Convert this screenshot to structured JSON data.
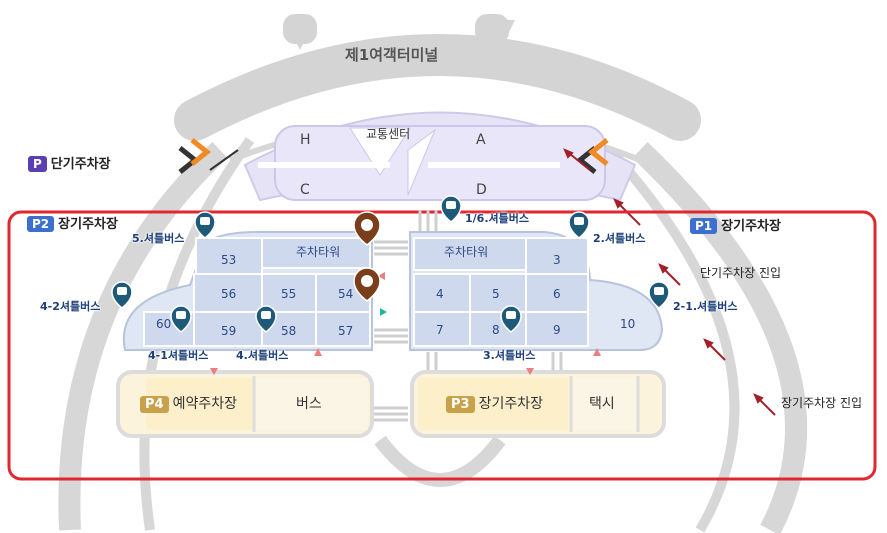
{
  "terminal": {
    "title": "제1여객터미널"
  },
  "transport_center": {
    "title": "교통센터",
    "wing_h": "H",
    "wing_a": "A",
    "wing_c": "C",
    "wing_d": "D"
  },
  "short_term": {
    "badge": "P",
    "label": "단기주차장",
    "color": "#5a3fb2"
  },
  "p2": {
    "badge": "P2",
    "label": "장기주차장",
    "color": "#3d6fcf"
  },
  "p1": {
    "badge": "P1",
    "label": "장기주차장",
    "color": "#3d6fcf"
  },
  "p3": {
    "badge": "P3",
    "label": "장기주차장"
  },
  "p4": {
    "badge": "P4",
    "label": "예약주차장"
  },
  "bus_area": {
    "label": "버스"
  },
  "taxi_area": {
    "label": "택시"
  },
  "entries": {
    "short_term_entry": "단기주차장 진입",
    "long_term_entry": "장기주차장 진입"
  },
  "shuttle_stops": {
    "s5": "5.셔틀버스",
    "s16": "1/6.셔틀버스",
    "s2": "2.셔틀버스",
    "s42": "4-2셔틀버스",
    "s21": "2-1.셔틀버스",
    "s41": "4-1셔틀버스",
    "s4": "4.셔틀버스",
    "s3": "3.셔틀버스"
  },
  "left_tower": {
    "label": "주차타워",
    "cells": [
      "53",
      "56",
      "55",
      "54",
      "60",
      "59",
      "58",
      "57"
    ]
  },
  "right_tower": {
    "label": "주차타워",
    "cells": [
      "3",
      "4",
      "5",
      "6",
      "7",
      "8",
      "9",
      "10"
    ]
  },
  "highlight_color": "#e0262e"
}
